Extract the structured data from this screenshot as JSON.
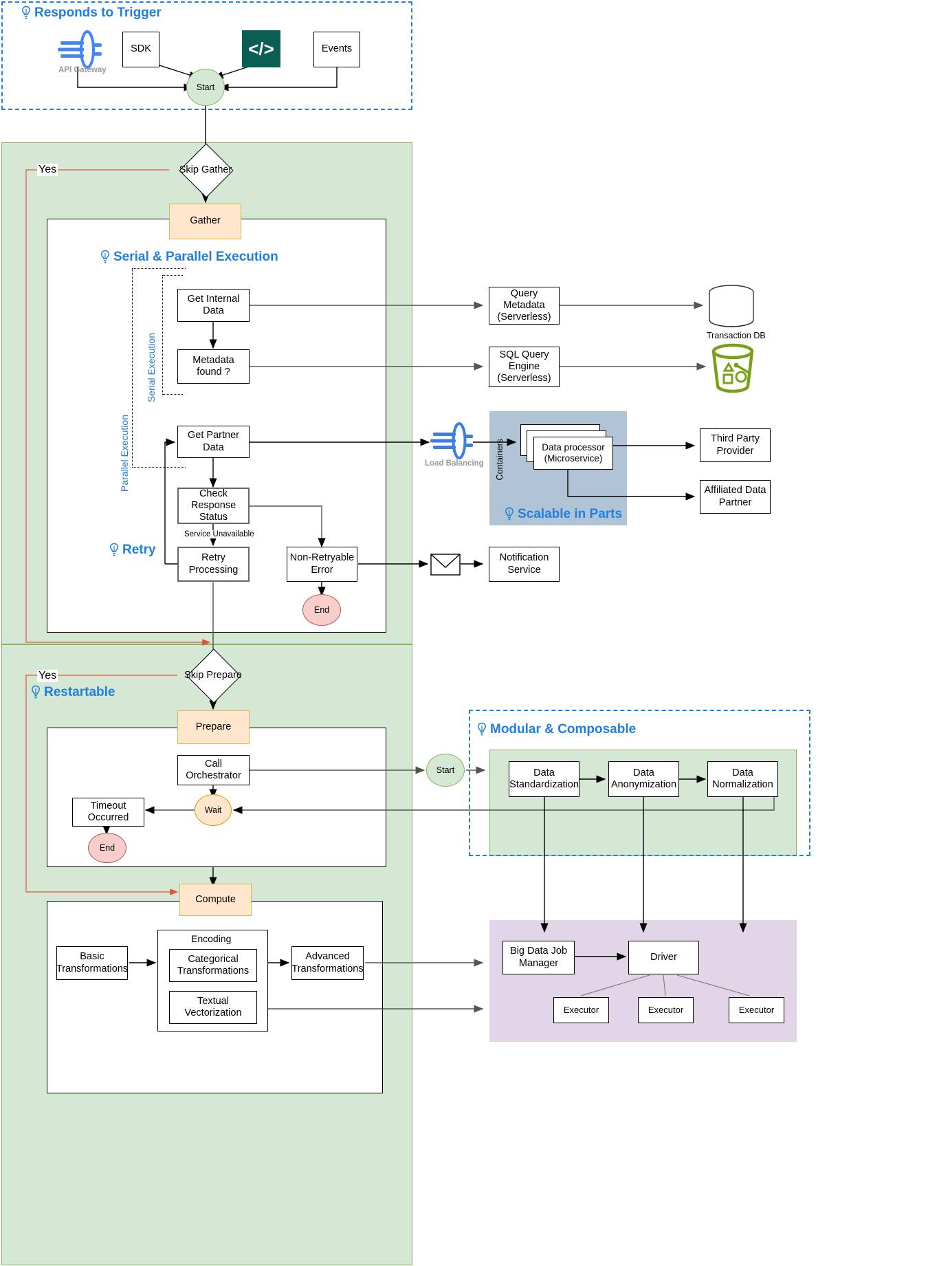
{
  "diagram": {
    "title": "Data Pipeline Architecture Flow",
    "colors": {
      "hint_blue": "#1f7fe0",
      "green_zone": "#d5e8d4",
      "green_border": "#82b366",
      "blue_zone": "#b0c4d6",
      "purple_zone": "#e1d5e7",
      "process_yellow": "#ffe6cc",
      "end_red": "#f8cecc",
      "red_edge": "#e8503a",
      "s3_green": "#7aa116",
      "code_teal": "#0b5e54"
    }
  },
  "hints": {
    "responds_to_trigger": "Responds to Trigger",
    "serial_parallel": "Serial & Parallel Execution",
    "scalable_in_parts": "Scalable in Parts",
    "retry": "Retry",
    "restartable": "Restartable",
    "modular_composable": "Modular & Composable"
  },
  "trigger": {
    "api_gateway_label": "API Gateway",
    "sdk": "SDK",
    "code_icon": "</>",
    "events": "Events",
    "start": "Start"
  },
  "gather_stage": {
    "skip_decision": "Skip Gather",
    "yes_label": "Yes",
    "stage_label": "Gather",
    "serial_label": "Serial Execution",
    "parallel_label": "Parallel Execution",
    "get_internal_data": "Get Internal Data",
    "metadata_found": "Metadata found ?",
    "get_partner_data": "Get Partner Data",
    "check_response_status": "Check Response Status",
    "service_unavailable": "Service Unavailable",
    "retry_processing": "Retry Processing",
    "non_retryable_error": "Non-Retryable Error",
    "end": "End"
  },
  "services": {
    "query_metadata": "Query Metadata (Serverless)",
    "sql_query_engine": "SQL Query Engine (Serverless)",
    "transaction_db": "Transaction DB",
    "load_balancing": "Load Balancing",
    "containers": "Containers",
    "data_processor": "Data processor (Microservice)",
    "third_party_provider": "Third Party Provider",
    "affiliated_data_partner": "Affiliated Data Partner",
    "notification_service": "Notification Service"
  },
  "prepare_stage": {
    "skip_decision": "Skip Prepare",
    "yes_label": "Yes",
    "stage_label": "Prepare",
    "call_orchestrator": "Call Orchestrator",
    "wait": "Wait",
    "timeout_occurred": "Timeout Occurred",
    "end": "End",
    "start": "Start"
  },
  "modular": {
    "data_standardization": "Data Standardization",
    "data_anonymization": "Data Anonymization",
    "data_normalization": "Data Normalization"
  },
  "compute_stage": {
    "stage_label": "Compute",
    "basic_transformations": "Basic Transformations",
    "encoding": "Encoding",
    "categorical_transformations": "Categorical Transformations",
    "textual_vectorization": "Textual Vectorization",
    "advanced_transformations": "Advanced Transformations"
  },
  "bigdata": {
    "job_manager": "Big Data Job Manager",
    "driver": "Driver",
    "executors": [
      "Executor",
      "Executor",
      "Executor"
    ]
  }
}
